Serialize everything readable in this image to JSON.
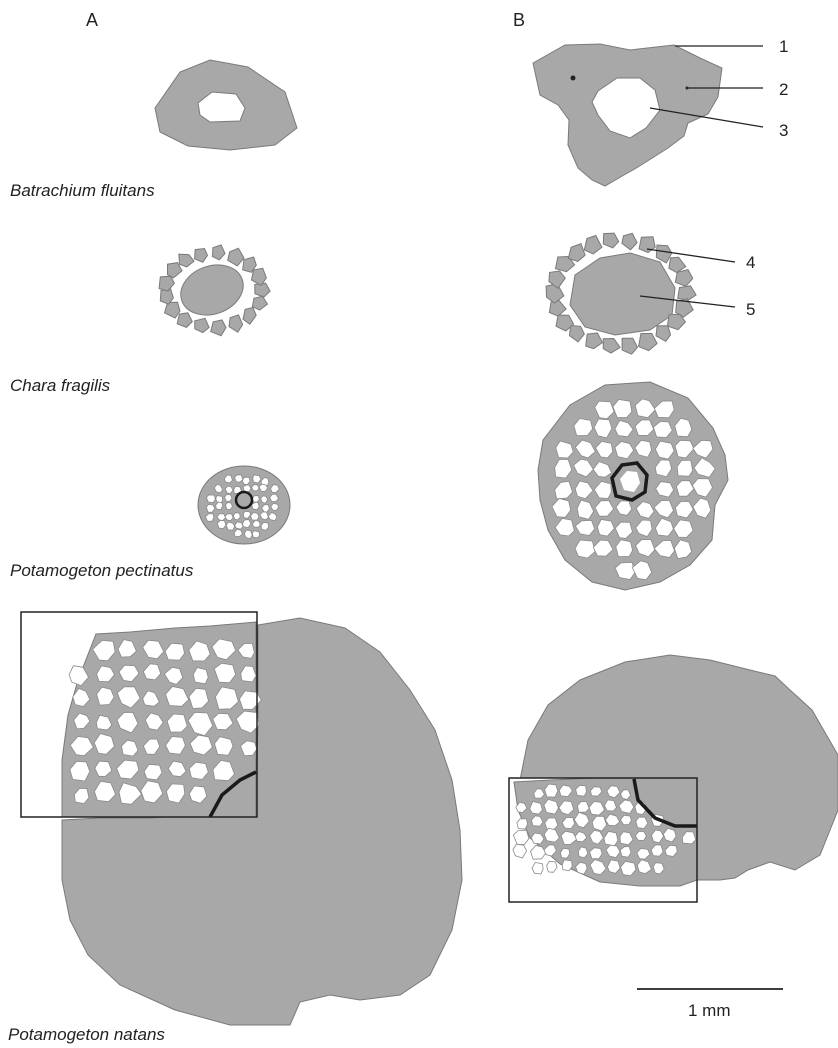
{
  "columns": {
    "a": "A",
    "b": "B"
  },
  "species": {
    "batrachium": "Batrachium fluitans",
    "chara": "Chara fragilis",
    "pectinatus": "Potamogeton pectinatus",
    "natans": "Potamogeton natans"
  },
  "callouts": [
    "1",
    "2",
    "3",
    "4",
    "5"
  ],
  "scale_bar": {
    "label": "1 mm"
  },
  "colors": {
    "tissue": "#a8a8a8",
    "lumen": "#ffffff",
    "outline": "#7a7a7a",
    "vascular": "#1a1a1a"
  }
}
